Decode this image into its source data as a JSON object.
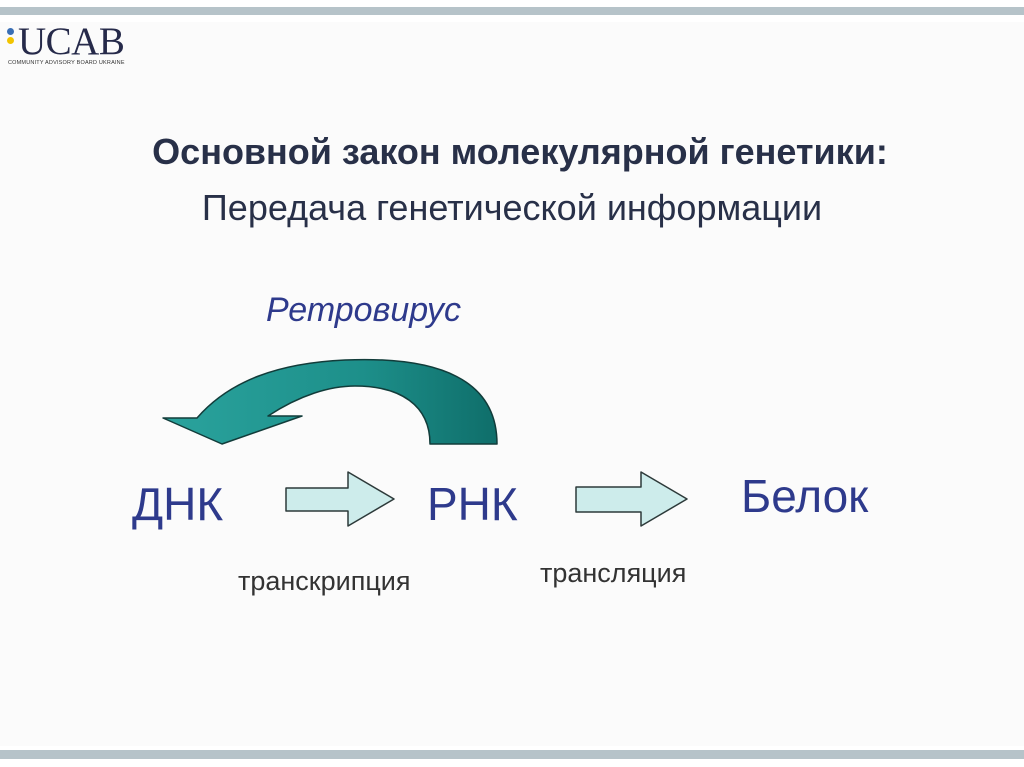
{
  "logo": {
    "text": "UCAB",
    "subtitle": "COMMUNITY ADVISORY BOARD UKRAINE"
  },
  "slide": {
    "title": "Основной закон молекулярной генетики:",
    "subtitle": "Передача генетической информации"
  },
  "diagram": {
    "retro_label": "Ретровирус",
    "nodes": {
      "dna": "ДНК",
      "rna": "РНК",
      "protein": "Белок"
    },
    "processes": {
      "transcription": "транскрипция",
      "translation": "трансляция"
    }
  },
  "colors": {
    "node_text": "#2e3a8c",
    "curved_arrow": "#1a8a86",
    "straight_arrow_fill": "#cdeceb",
    "stripe": "#b6c3c9"
  }
}
